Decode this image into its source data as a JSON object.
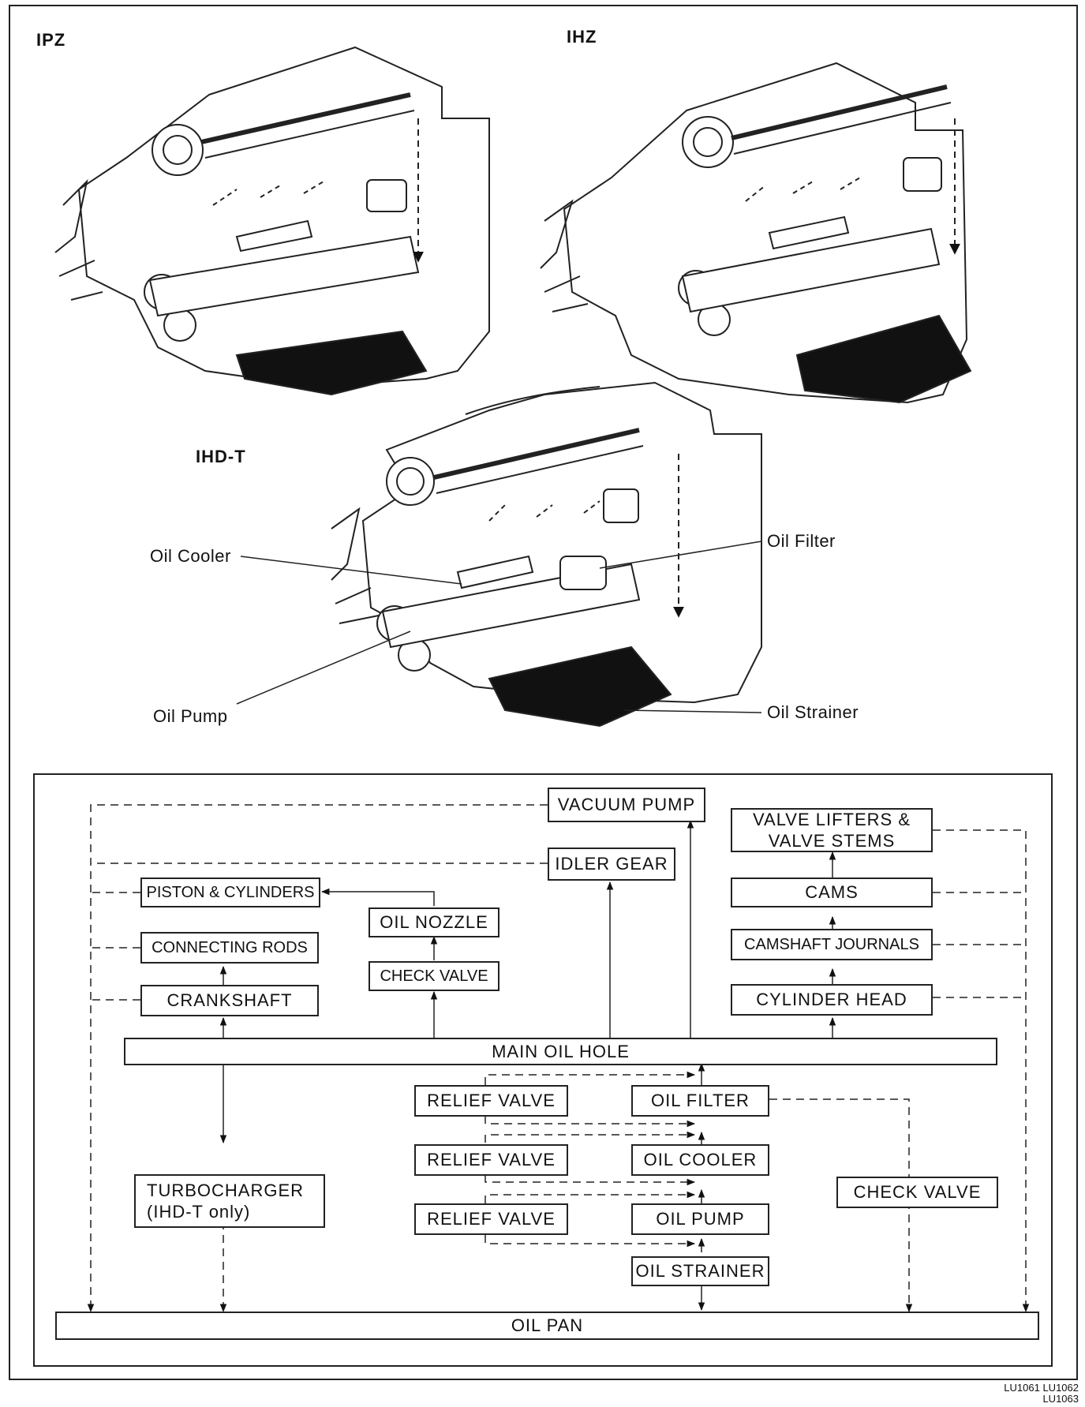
{
  "engines": [
    {
      "label": "IPZ"
    },
    {
      "label": "IHZ"
    },
    {
      "label": "IHD-T"
    }
  ],
  "callouts": {
    "oil_cooler": "Oil Cooler",
    "oil_filter": "Oil Filter",
    "oil_pump": "Oil Pump",
    "oil_strainer": "Oil Strainer"
  },
  "flowchart": {
    "vacuum_pump": "VACUUM PUMP",
    "idler_gear": "IDLER GEAR",
    "piston_cylinders": "PISTON & CYLINDERS",
    "oil_nozzle": "OIL NOZZLE",
    "check_valve_upper": "CHECK VALVE",
    "connecting_rods": "CONNECTING RODS",
    "crankshaft": "CRANKSHAFT",
    "valve_lifters": "VALVE LIFTERS &\nVALVE STEMS",
    "cams": "CAMS",
    "camshaft_journals": "CAMSHAFT JOURNALS",
    "cylinder_head": "CYLINDER HEAD",
    "main_oil_hole": "MAIN OIL HOLE",
    "relief_valve_1": "RELIEF VALVE",
    "relief_valve_2": "RELIEF VALVE",
    "relief_valve_3": "RELIEF VALVE",
    "oil_filter": "OIL FILTER",
    "oil_cooler": "OIL COOLER",
    "oil_pump": "OIL PUMP",
    "oil_strainer": "OIL STRAINER",
    "turbocharger": "TURBOCHARGER\n(IHD-T only)",
    "check_valve_lower": "CHECK VALVE",
    "oil_pan": "OIL PAN"
  },
  "reference_codes": [
    "LU1061  LU1062",
    "LU1063"
  ]
}
